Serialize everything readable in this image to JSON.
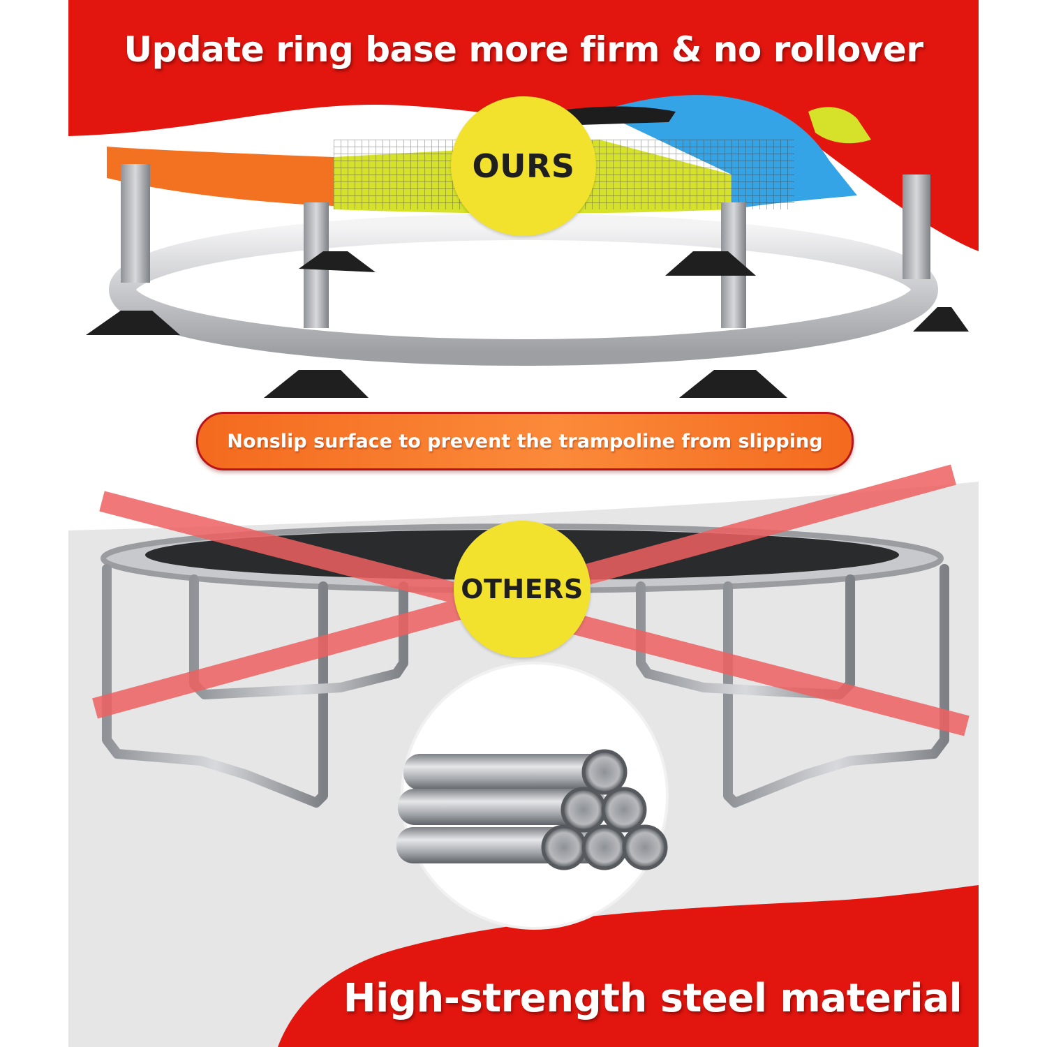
{
  "headlines": {
    "top": "Update ring base more firm & no rollover",
    "bottom": "High-strength steel material"
  },
  "feature_pill": "Nonslip surface to prevent the trampoline from slipping",
  "badges": {
    "ours": "OURS",
    "others": "OTHERS"
  },
  "colors": {
    "brand_red": "#e2160f",
    "badge_yellow": "#f2e12d",
    "pill_orange": "#f7792a",
    "cross_red": "#ef6161",
    "steel_gray": "#b9bcc1"
  },
  "icons": {
    "comparison_mark": "cross-out-icon",
    "material": "steel-pipes-icon"
  }
}
